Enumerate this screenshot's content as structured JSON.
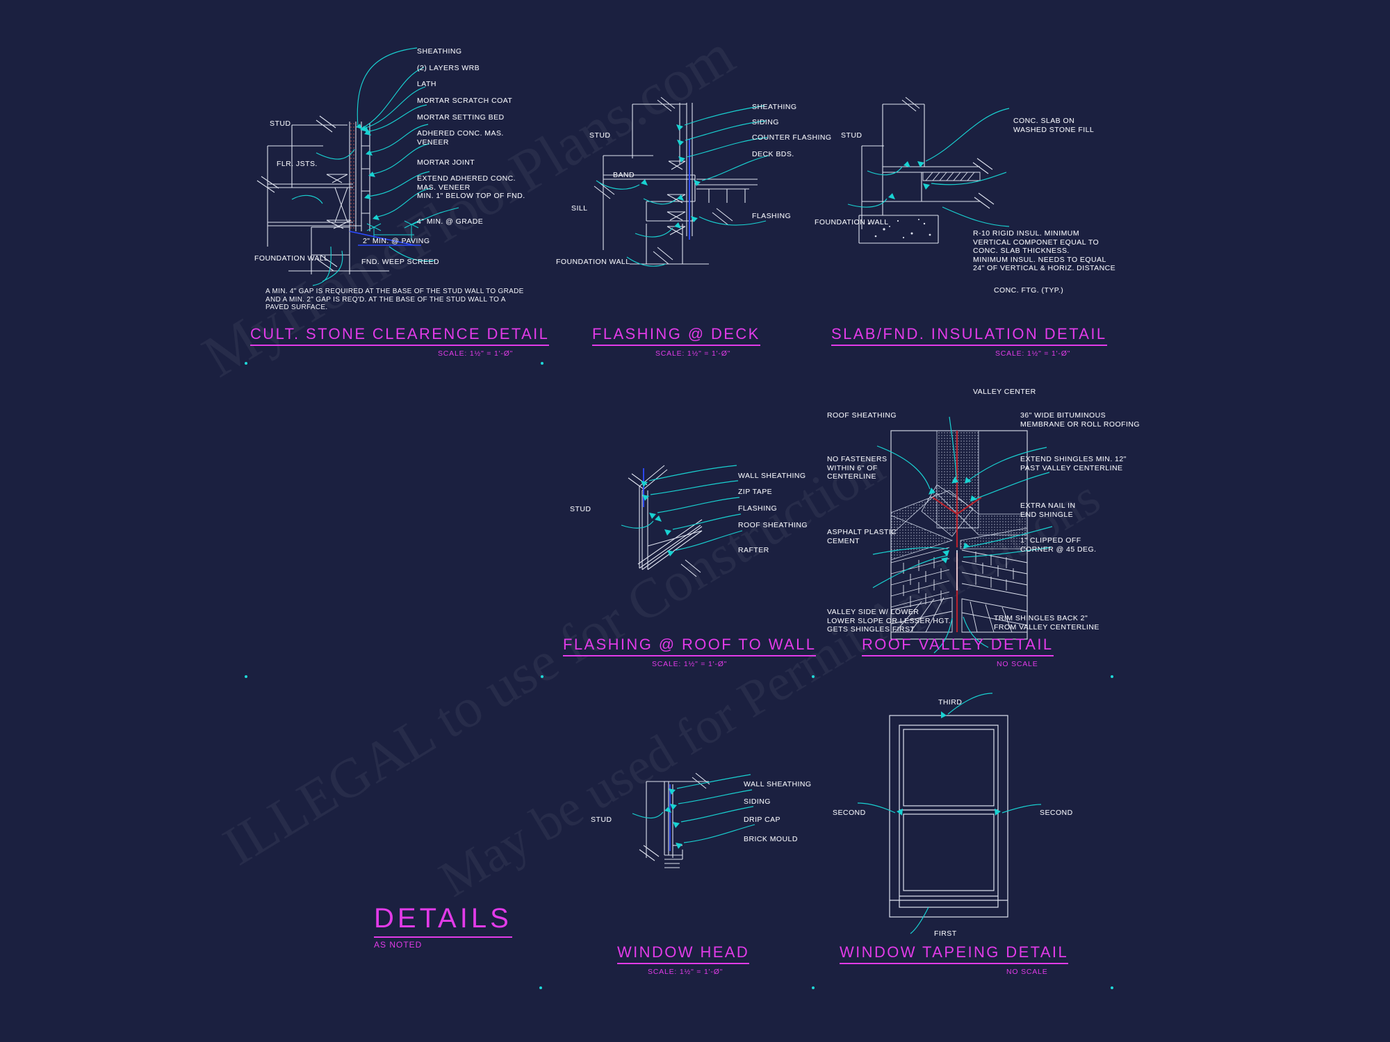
{
  "sheet": {
    "background_color": "#1b2040",
    "line_color": "#dfe3ef",
    "leader_color": "#19d2d2",
    "title_color": "#e23be8",
    "watermark_lines": [
      "MyHomeFloorPlans.com",
      "ILLEGAL to use for Construction",
      "May be used for Permit Applications"
    ]
  },
  "sheet_title": {
    "title": "DETAILS",
    "scale": "AS NOTED"
  },
  "details": [
    {
      "id": "cult-stone-clearance",
      "title": "CULT. STONE CLEARENCE DETAIL",
      "scale": "SCALE:  1½\" = 1'-Ø\"",
      "labels_right": [
        "SHEATHING",
        "(2) LAYERS WRB",
        "LATH",
        "MORTAR SCRATCH COAT",
        "MORTAR SETTING BED",
        "ADHERED CONC. MAS.\nVENEER",
        "MORTAR JOINT",
        "EXTEND ADHERED CONC.\nMAS. VENEER\nMIN. 1\" BELOW TOP OF FND.",
        "4\" MIN. @ GRADE",
        "2\" MIN. @ PAVING"
      ],
      "labels_left": [
        "STUD",
        "FLR. JSTS.",
        "FOUNDATION WALL"
      ],
      "labels_bottom": [
        "FND. WEEP SCREED"
      ],
      "note": "A MIN. 4\" GAP IS REQUIRED AT THE BASE OF THE STUD WALL TO GRADE\nAND A MIN. 2\" GAP IS REQ'D. AT THE BASE OF THE STUD WALL TO A\nPAVED SURFACE."
    },
    {
      "id": "flashing-at-deck",
      "title": "FLASHING @ DECK",
      "scale": "SCALE:  1½\" = 1'-Ø\"",
      "labels_right": [
        "SHEATHING",
        "SIDING",
        "COUNTER FLASHING",
        "DECK BDS.",
        "FLASHING"
      ],
      "labels_left": [
        "STUD",
        "BAND",
        "SILL",
        "FOUNDATION WALL"
      ]
    },
    {
      "id": "slab-fnd-insulation",
      "title": "SLAB/FND. INSULATION DETAIL",
      "scale": "SCALE:  1½\" = 1'-Ø\"",
      "labels_right": [
        "CONC. SLAB ON\nWASHED STONE FILL",
        "R-10 RIGID INSUL. MINIMUM\nVERTICAL COMPONET EQUAL TO\nCONC. SLAB THICKNESS.\nMINIMUM INSUL. NEEDS TO EQUAL\n24\" OF VERTICAL & HORIZ. DISTANCE",
        "CONC. FTG. (TYP.)"
      ],
      "labels_left": [
        "STUD",
        "FOUNDATION WALL"
      ]
    },
    {
      "id": "flashing-roof-to-wall",
      "title": "FLASHING @ ROOF TO WALL",
      "scale": "SCALE:  1½\" = 1'-Ø\"",
      "labels_right": [
        "WALL SHEATHING",
        "ZIP TAPE",
        "FLASHING",
        "ROOF SHEATHING",
        "RAFTER"
      ],
      "labels_left": [
        "STUD"
      ]
    },
    {
      "id": "roof-valley",
      "title": "ROOF VALLEY DETAIL",
      "scale": "NO SCALE",
      "labels_top": [
        "VALLEY CENTER"
      ],
      "labels_left": [
        "ROOF SHEATHING",
        "NO FASTENERS\nWITHIN 6\" OF\nCENTERLINE",
        "ASPHALT PLASTIC\nCEMENT",
        "VALLEY SIDE W/ LOWER\nLOWER SLOPE OR LESSER HGT.\nGETS SHINGLES FIRST"
      ],
      "labels_right": [
        "36\" WIDE BITUMINOUS\nMEMBRANE OR ROLL ROOFING",
        "EXTEND SHINGLES MIN. 12\"\nPAST VALLEY CENTERLINE",
        "EXTRA NAIL IN\nEND SHINGLE",
        "1\" CLIPPED OFF\nCORNER @ 45 DEG.",
        "TRIM SHINGLES BACK 2\"\nFROM VALLEY CENTERLINE"
      ]
    },
    {
      "id": "window-head",
      "title": "WINDOW HEAD",
      "scale": "SCALE:  1½\" = 1'-Ø\"",
      "labels_right": [
        "WALL SHEATHING",
        "SIDING",
        "DRIP CAP",
        "BRICK MOULD"
      ],
      "labels_left": [
        "STUD"
      ]
    },
    {
      "id": "window-taping",
      "title": "WINDOW TAPEING DETAIL",
      "scale": "NO SCALE",
      "labels": [
        "THIRD",
        "SECOND",
        "SECOND",
        "FIRST"
      ]
    }
  ]
}
